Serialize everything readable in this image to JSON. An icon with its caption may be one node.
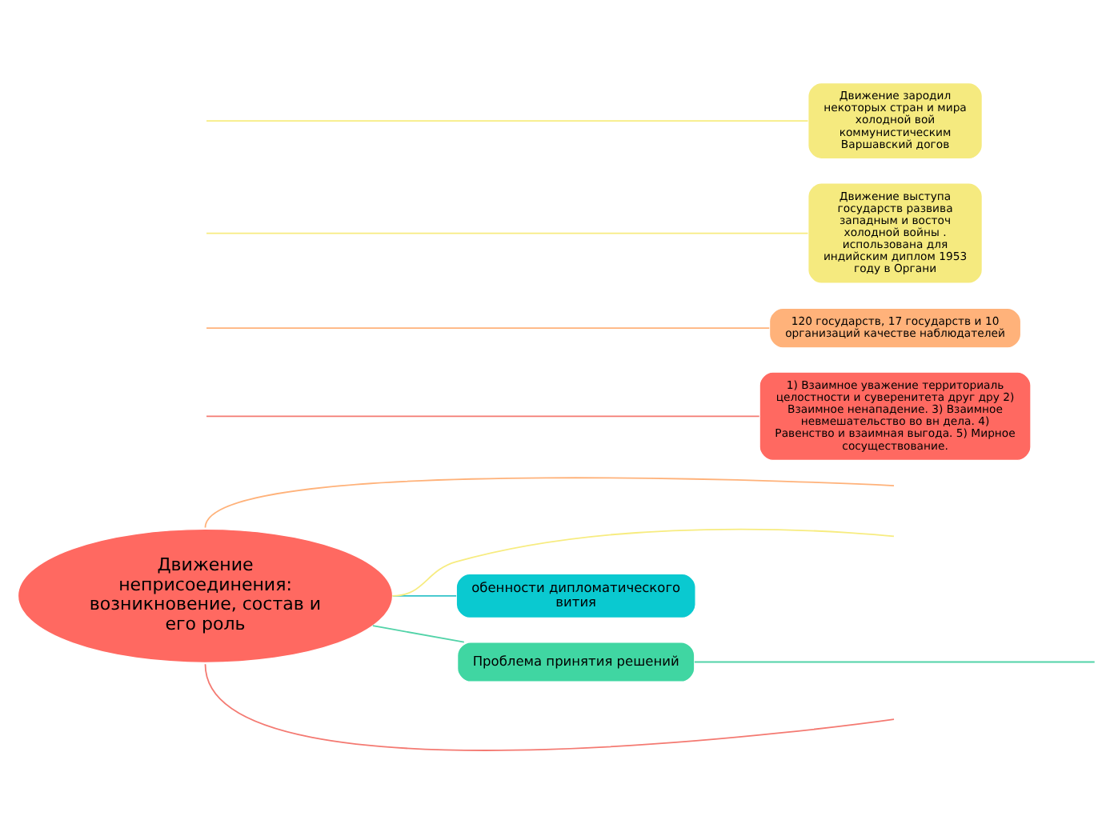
{
  "diagram": {
    "nodes": [
      {
        "text": [
          "Движение неприсоединения: возникновение, состав и его роль"
        ]
      },
      {
        "text": [
          "1) Взаимное уважение территориаль целостности и суверенитета друг дру 2) Взаимное ненападение. 3) Взаимное невмешательство во вн дела. 4) Равенство и взаимная выгода. 5) Мирное сосуществование."
        ]
      },
      {
        "text": [
          "120 государств, 17 государств и 10 организаций качестве наблюдателей"
        ]
      },
      {
        "text": [
          "обенности дипломатического вития"
        ]
      },
      {
        "text": [
          "Проблема принятия решений"
        ]
      },
      {
        "text": [
          "Движение выступа государств развива западным и восточ холодной войны . использована для индийским диплом 1953 году в Органи"
        ]
      },
      {
        "text": [
          "Движение зародил некоторых стран и мира холодной вой коммунистическим Варшавский догов"
        ]
      }
    ],
    "edges": [
      {
        "from": 0,
        "to": null,
        "arrow": "none",
        "color": "#f47a72"
      },
      {
        "from": null,
        "to": 1,
        "arrow": "none",
        "color": "#f47a72"
      },
      {
        "from": 0,
        "to": null,
        "arrow": "none",
        "color": "#ffb27a"
      },
      {
        "from": null,
        "to": 2,
        "arrow": "none",
        "color": "#ffb27a"
      },
      {
        "from": 0,
        "to": 3,
        "arrow": "none",
        "color": "#32c3c9"
      },
      {
        "from": 0,
        "to": 4,
        "arrow": "none",
        "color": "#52d3a8"
      },
      {
        "from": 4,
        "to": null,
        "arrow": "none",
        "color": "#52d3a8"
      },
      {
        "from": 0,
        "to": null,
        "arrow": "none",
        "color": "#f7ec80"
      },
      {
        "from": null,
        "to": 5,
        "arrow": "none",
        "color": "#f7ec80"
      },
      {
        "from": null,
        "to": 6,
        "arrow": "none",
        "color": "#f7ec80"
      }
    ]
  }
}
